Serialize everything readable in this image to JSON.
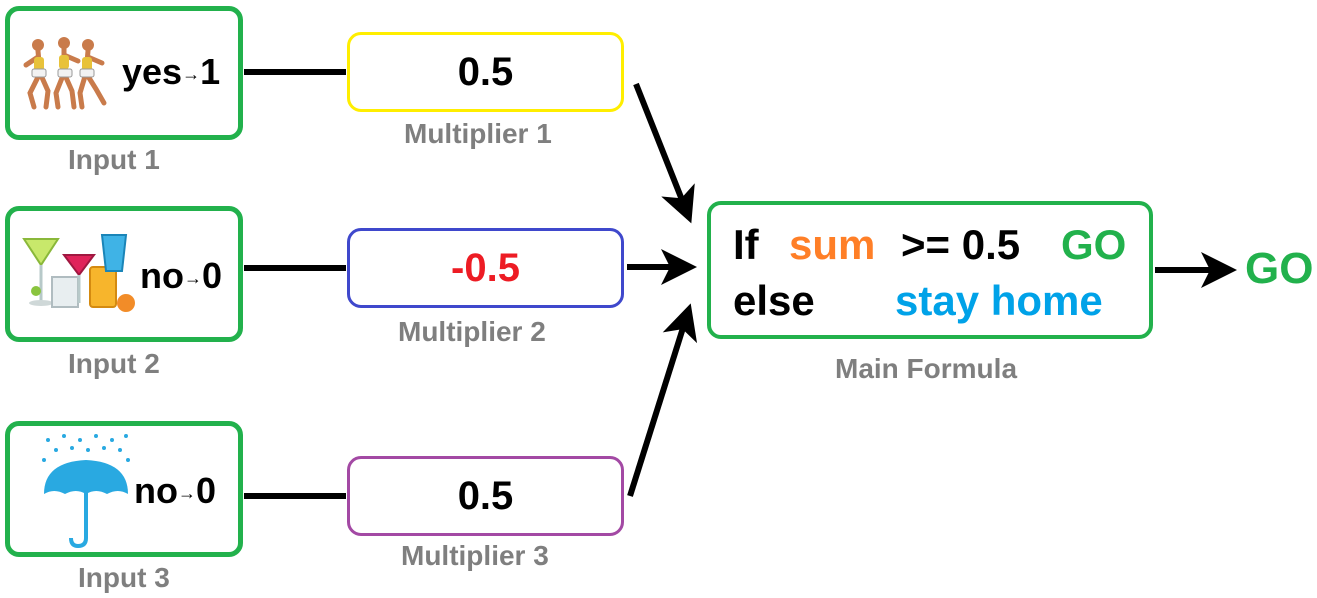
{
  "inputs": [
    {
      "label": "Input 1",
      "answer": "yes",
      "arrow": "→",
      "value": "1",
      "icon": "dancing-girls-icon"
    },
    {
      "label": "Input 2",
      "answer": "no",
      "arrow": "→",
      "value": "0",
      "icon": "cocktails-icon"
    },
    {
      "label": "Input 3",
      "answer": "no",
      "arrow": "→",
      "value": "0",
      "icon": "umbrella-rain-icon"
    }
  ],
  "multipliers": [
    {
      "label": "Multiplier 1",
      "value": "0.5",
      "border_color": "#ffee00",
      "text_color": "#000000"
    },
    {
      "label": "Multiplier 2",
      "value": "-0.5",
      "border_color": "#3f48cc",
      "text_color": "#ed1c24"
    },
    {
      "label": "Multiplier 3",
      "value": "0.5",
      "border_color": "#a349a4",
      "text_color": "#000000"
    }
  ],
  "formula": {
    "label": "Main Formula",
    "if_word": "If",
    "sum_word": "sum",
    "compare": ">= 0.5",
    "go_word": "GO",
    "else_word": "else",
    "stay_word": "stay home"
  },
  "output": {
    "value": "GO"
  },
  "colors": {
    "green": "#22b14c",
    "orange": "#ff7f27",
    "blue": "#00a2e8",
    "label_gray": "#7f7f7f"
  }
}
